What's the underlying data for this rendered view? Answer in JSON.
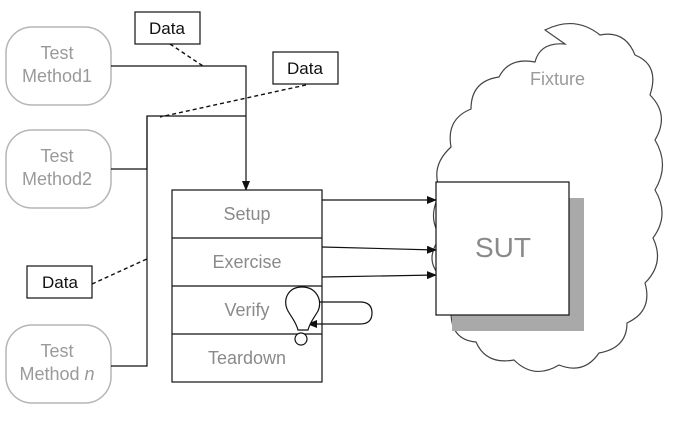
{
  "test_methods": [
    {
      "line1": "Test",
      "line2": "Method1",
      "italic": ""
    },
    {
      "line1": "Test",
      "line2": "Method2",
      "italic": ""
    },
    {
      "line1": "Test",
      "line2": "Method ",
      "italic": "n"
    }
  ],
  "data_boxes": [
    "Data",
    "Data",
    "Data"
  ],
  "phases": [
    "Setup",
    "Exercise",
    "Verify",
    "Teardown"
  ],
  "fixture_label": "Fixture",
  "sut_label": "SUT",
  "colors": {
    "outline_grey": "#b5b5b5",
    "text_grey": "#9a9a9a",
    "shadow": "#a9a9a9",
    "line": "#111111"
  },
  "icons": [
    "lightbulb-icon"
  ]
}
